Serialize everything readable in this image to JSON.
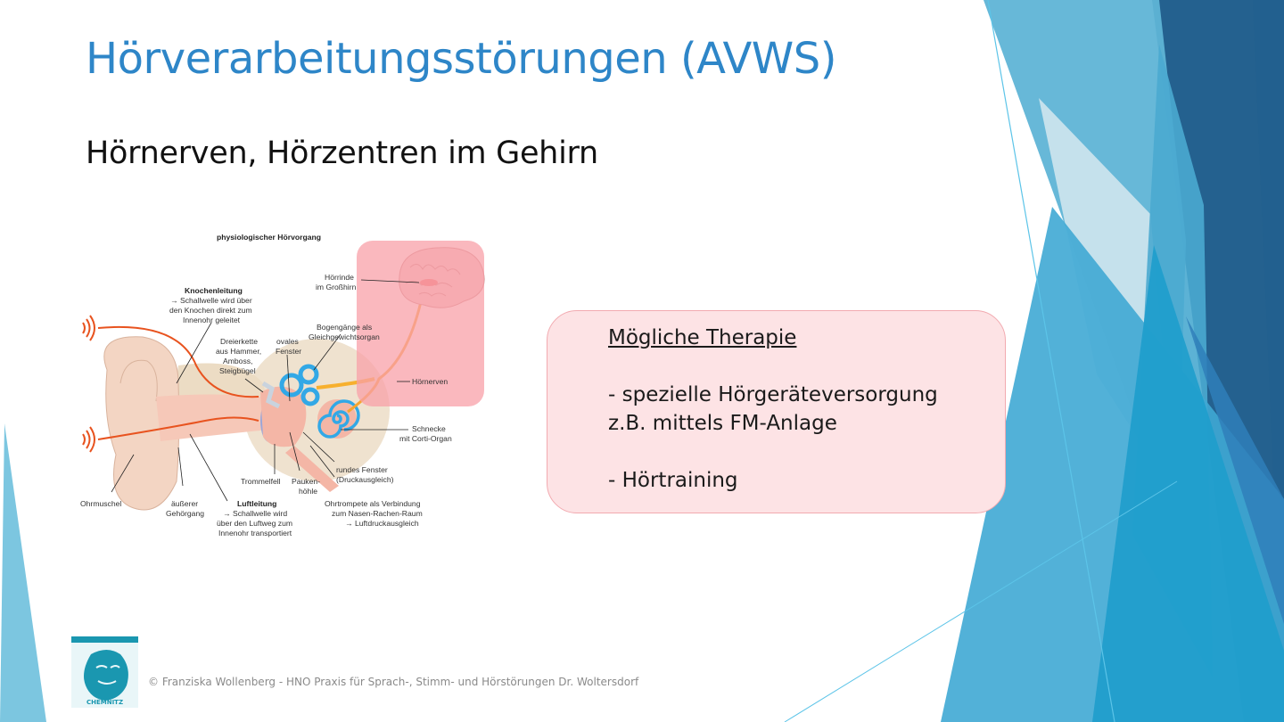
{
  "slide": {
    "title": "Hörverarbeitungsstörungen (AVWS)",
    "subtitle": "Hörnerven, Hörzentren im Gehirn"
  },
  "figure": {
    "title": "physiologischer Hörvorgang",
    "labels": {
      "knochenleitung_title": "Knochenleitung",
      "knochenleitung_1": "→ Schallwelle wird über",
      "knochenleitung_2": "den Knochen direkt zum",
      "knochenleitung_3": "Innenohr geleitet",
      "dreierkette_1": "Dreierkette",
      "dreierkette_2": "aus Hammer,",
      "dreierkette_3": "Amboss,",
      "dreierkette_4": "Steigbügel",
      "ovales_1": "ovales",
      "ovales_2": "Fenster",
      "bogengaenge_1": "Bogengänge als",
      "bogengaenge_2": "Gleichgewichtsorgan",
      "hoerrinde_1": "Hörrinde",
      "hoerrinde_2": "im Großhirn",
      "hoernerven": "Hörnerven",
      "schnecke_1": "Schnecke",
      "schnecke_2": "mit Corti-Organ",
      "rundes_1": "rundes Fenster",
      "rundes_2": "(Druckausgleich)",
      "trommelfell": "Trommelfell",
      "pauken_1": "Pauken-",
      "pauken_2": "höhle",
      "ohrmuschel": "Ohrmuschel",
      "gehoergang_1": "äußerer",
      "gehoergang_2": "Gehörgang",
      "luftleitung_title": "Luftleitung",
      "luftleitung_1": "→ Schallwelle wird",
      "luftleitung_2": "über den Luftweg zum",
      "luftleitung_3": "Innenohr transportiert",
      "ohrtrompete_1": "Ohrtrompete als Verbindung",
      "ohrtrompete_2": "zum Nasen-Rachen-Raum",
      "ohrtrompete_3": "→ Luftdruckausgleich"
    }
  },
  "therapy": {
    "heading": "Mögliche Therapie",
    "item1_line1": "- spezielle Hörgeräteversorgung",
    "item1_line2": "z.B. mittels FM-Anlage",
    "item2": "- Hörtraining"
  },
  "footer": {
    "logo_text": "CHEMNITZ",
    "copyright": "© Franziska Wollenberg - HNO Praxis für Sprach-, Stimm- und Hörstörungen Dr. Woltersdorf"
  },
  "colors": {
    "title": "#2e86c8",
    "therapy_bg": "#fde3e5",
    "therapy_border": "#f2aab0",
    "highlight_overlay": "#f8a0a8",
    "deco_dark": "#24608f",
    "deco_mid": "#3a9fd0",
    "deco_light": "#7ec6e2"
  }
}
